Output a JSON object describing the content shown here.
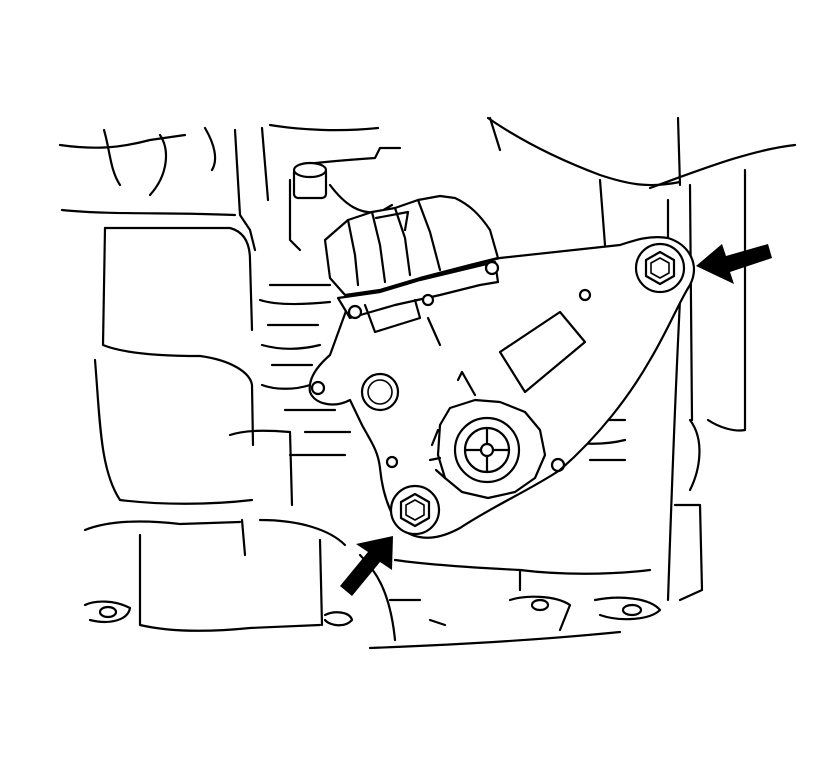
{
  "figure": {
    "description_visible_text": "",
    "background_color": "#ffffff",
    "line_color": "#000000",
    "callouts": [
      {
        "name": "upper-bolt-arrow",
        "target": "upper-mounting-bolt"
      },
      {
        "name": "lower-bolt-arrow",
        "target": "lower-mounting-bolt"
      }
    ]
  }
}
